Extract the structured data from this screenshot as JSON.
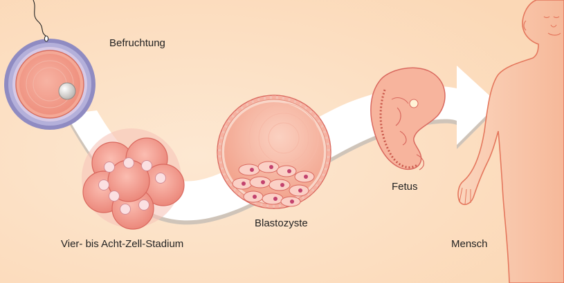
{
  "labels": {
    "fertilization": "Befruchtung",
    "four_to_eight_cell": "Vier- bis Acht-Zell-Stadium",
    "blastocyst": "Blastozyste",
    "fetus": "Fetus",
    "human": "Mensch"
  },
  "colors": {
    "background": "#fde7cf",
    "arrow": "#ffffff",
    "arrow_shadow": "#c9c0b6",
    "cell_fill": "#f7a99a",
    "cell_stroke": "#d96a5d",
    "zona": "#a7a3cf",
    "nucleus": "#c2426e",
    "skin": "#f9c9ad",
    "skin_stroke": "#e4765c"
  }
}
